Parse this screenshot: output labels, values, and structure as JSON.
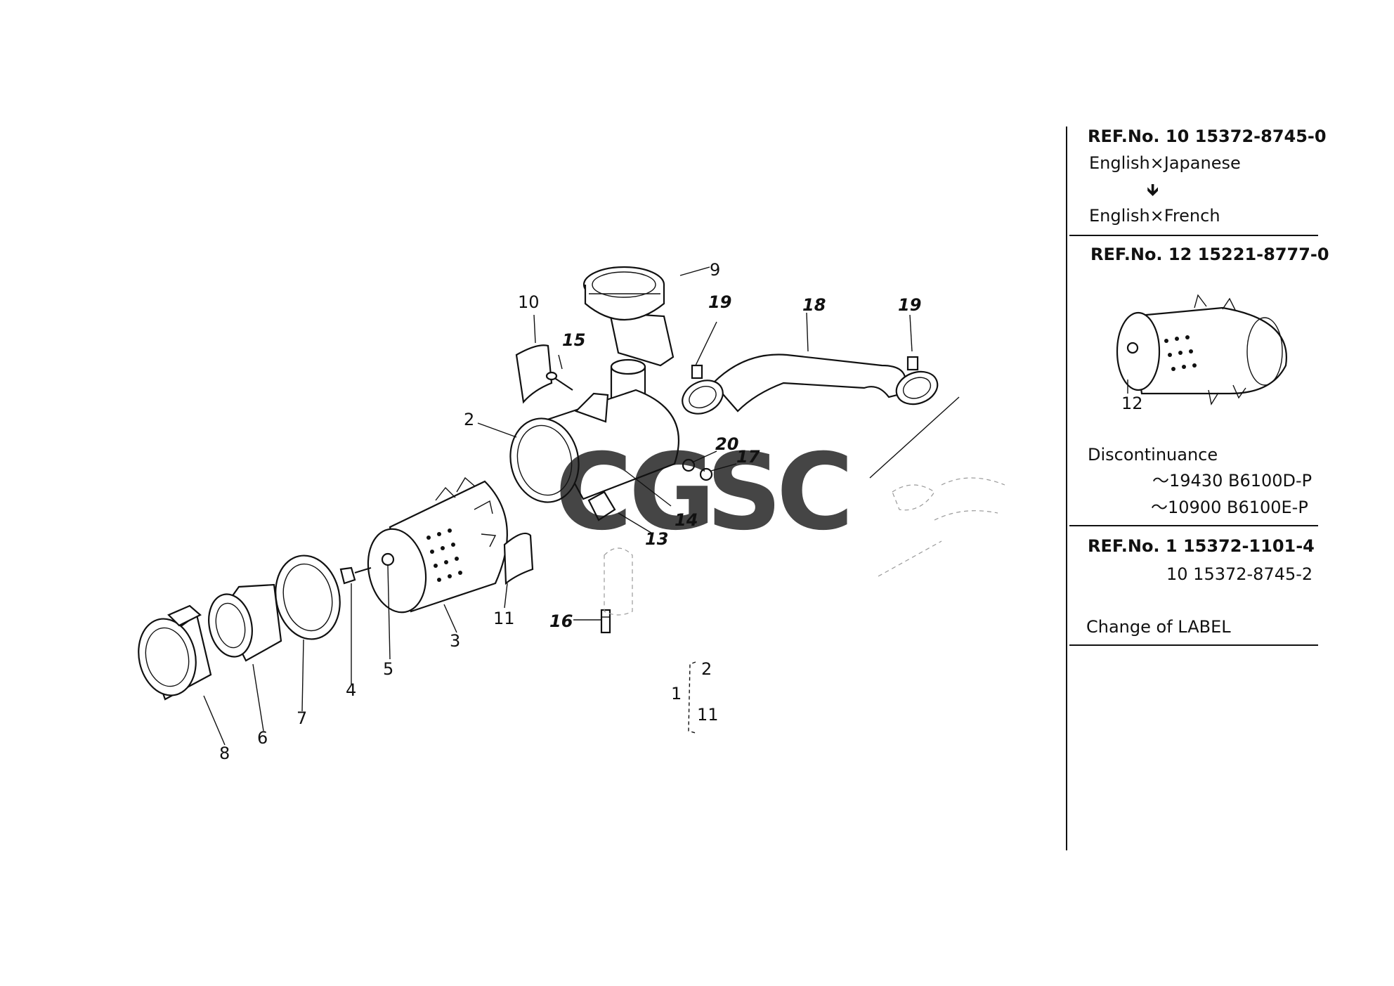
{
  "callouts": {
    "c1": "1",
    "c2": "2",
    "c3": "3",
    "c4": "4",
    "c5": "5",
    "c6": "6",
    "c7": "7",
    "c8": "8",
    "c9": "9",
    "c10": "10",
    "c11": "11",
    "c13": "13",
    "c14": "14",
    "c15": "15",
    "c16": "16",
    "c17": "17",
    "c18": "18",
    "c19": "19",
    "c20": "20"
  },
  "assembly_bracket": {
    "top": "2",
    "side": "1",
    "bottom": "11"
  },
  "panel": {
    "section1": {
      "ref": "REF.No. 10 15372-8745-0",
      "line1": "English×Japanese",
      "arrow": "🡻",
      "line2": "English×French"
    },
    "section2": {
      "ref": "REF.No. 12 15221-8777-0",
      "inset_label": "12",
      "heading": "Discontinuance",
      "row1": "～19430 B6100D-P",
      "row2": "～10900 B6100E-P"
    },
    "section3": {
      "ref": "REF.No. 1 15372-1101-4",
      "ref2": "10 15372-8745-2",
      "note": "Change of LABEL"
    }
  },
  "watermark": {
    "letters": [
      "C",
      "G",
      "S",
      "C"
    ],
    "colors": [
      "#4a8ff0",
      "#ef6b5f",
      "#f6c945",
      "#39b07f"
    ]
  }
}
